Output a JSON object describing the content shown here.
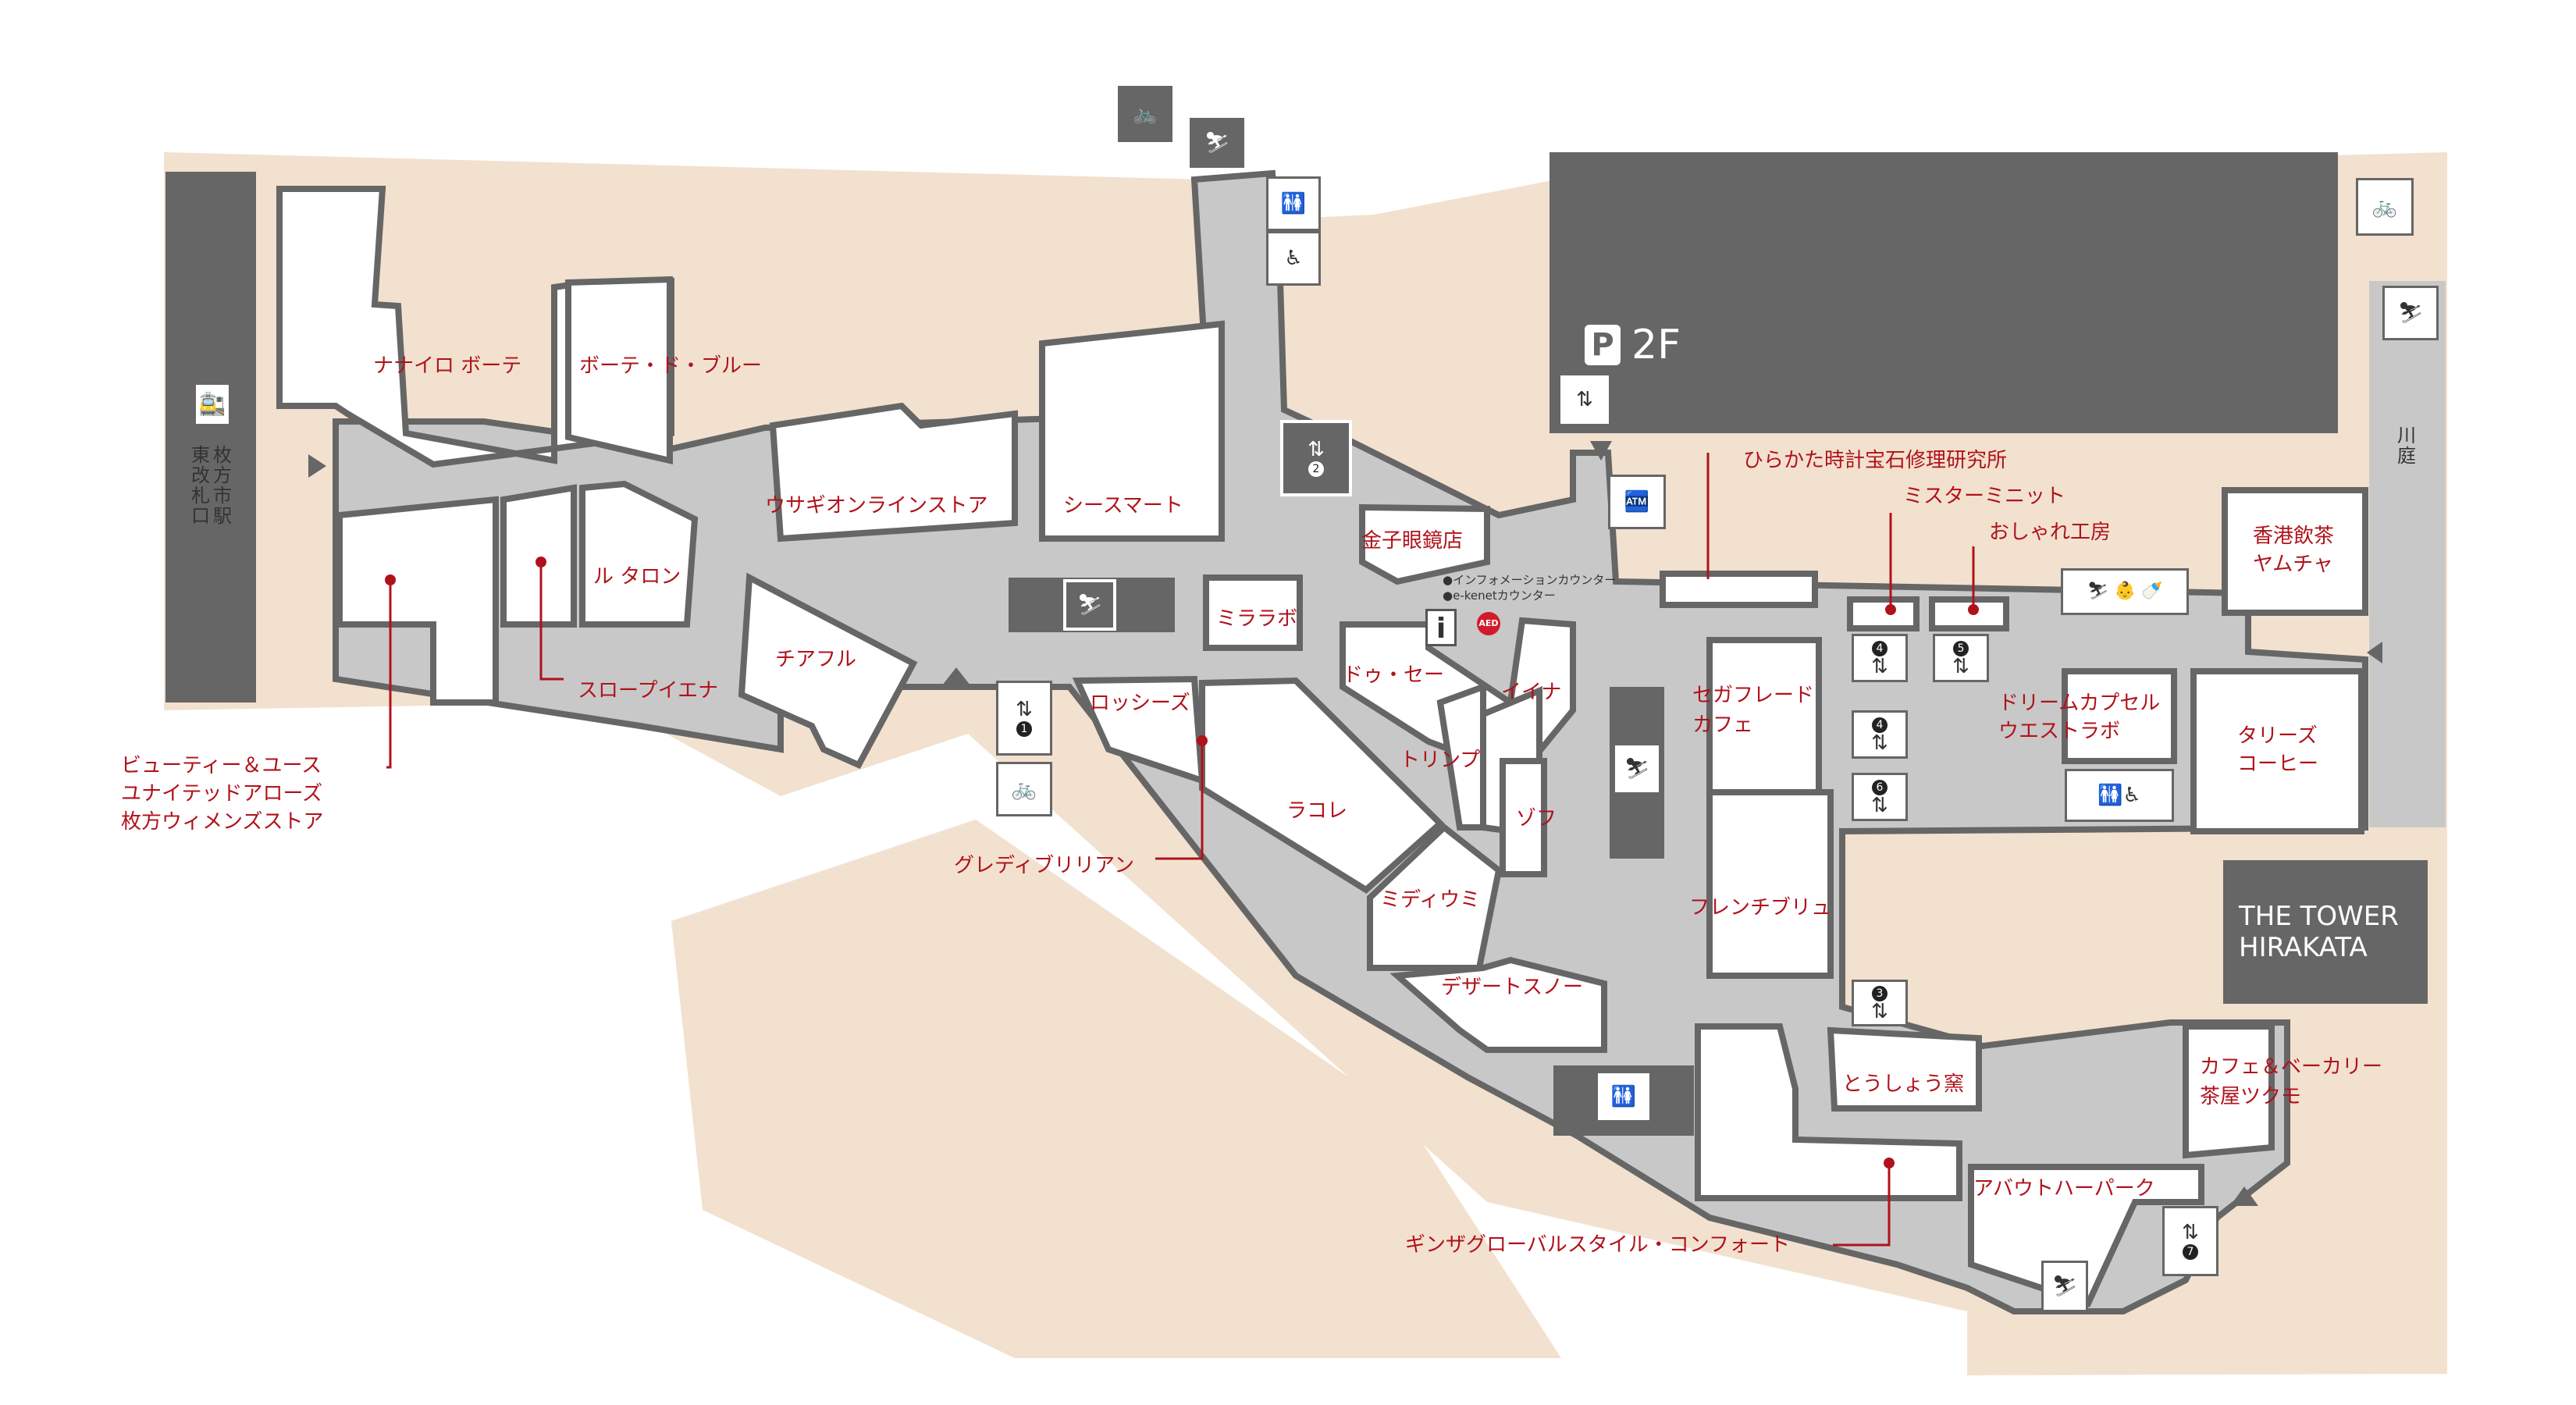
{
  "parking": {
    "label": "2F"
  },
  "station": {
    "name": "枚方市駅",
    "gate": "東改札口"
  },
  "kawaniwa": "川庭",
  "tower": {
    "line1": "THE TOWER",
    "line2": "HIRAKATA"
  },
  "info_counter": {
    "line1": "●インフォメーションカウンター",
    "line2": "●e-kenetカウンター"
  },
  "aed": "AED",
  "info_icon": "i",
  "shops": {
    "nanairo": "ナナイロ ボーテ",
    "beaute": "ボーテ・ド・ブルー",
    "usagi": "ウサギオンラインストア",
    "seesmart": "シースマート",
    "kaneko": "金子眼鏡店",
    "latalon": "ル タロン",
    "chiafull": "チアフル",
    "miralab": "ミララボ",
    "doucer": "ドゥ・セー",
    "iina": "イイナ",
    "trimp": "トリンプ",
    "zoff": "ゾフ",
    "rossies": "ロッシーズ",
    "lacole": "ラコレ",
    "midiumi": "ミディウミ",
    "dessert": "デザートスノー",
    "segafredo_1": "セガフレード",
    "segafredo_2": "カフェ",
    "french": "フレンチブリュ",
    "tousyou": "とうしょう窯",
    "about": "アバウトハーパーク",
    "ginza": "ギンザグローバルスタイル・コンフォート",
    "glady": "グレディブリリアン",
    "slow": "スロープイエナ",
    "beauty_1": "ビューティー＆ユース",
    "beauty_2": "ユナイテッドアローズ",
    "beauty_3": "枚方ウィメンズストア",
    "hirakata_jewelry": "ひらかた時計宝石修理研究所",
    "mister": "ミスターミニット",
    "oshare": "おしゃれ工房",
    "dream_1": "ドリームカプセル",
    "dream_2": "ウエストラボ",
    "hongkong_1": "香港飲茶",
    "hongkong_2": "ヤムチャ",
    "tullys_1": "タリーズ",
    "tullys_2": "コーヒー",
    "cafe_1": "カフェ＆ベーカリー",
    "cafe_2": "茶屋ツクモ"
  },
  "elevators": {
    "e1": "1",
    "e2": "2",
    "e3": "3",
    "e4a": "4",
    "e4b": "4",
    "e5": "5",
    "e6": "6",
    "e7": "7"
  },
  "colors": {
    "ground": "#f2e1cf",
    "corridor": "#c8c8c8",
    "shop_fill": "#ffffff",
    "wall": "#666666",
    "label_red": "#b0121b"
  },
  "icons": [
    "bicycle-icon",
    "escalator-icon",
    "elevator-icon",
    "restroom-icon",
    "accessible-restroom-icon",
    "atm-icon",
    "stroller-icon",
    "nursing-room-icon",
    "station-icon",
    "information-icon",
    "aed-icon"
  ]
}
